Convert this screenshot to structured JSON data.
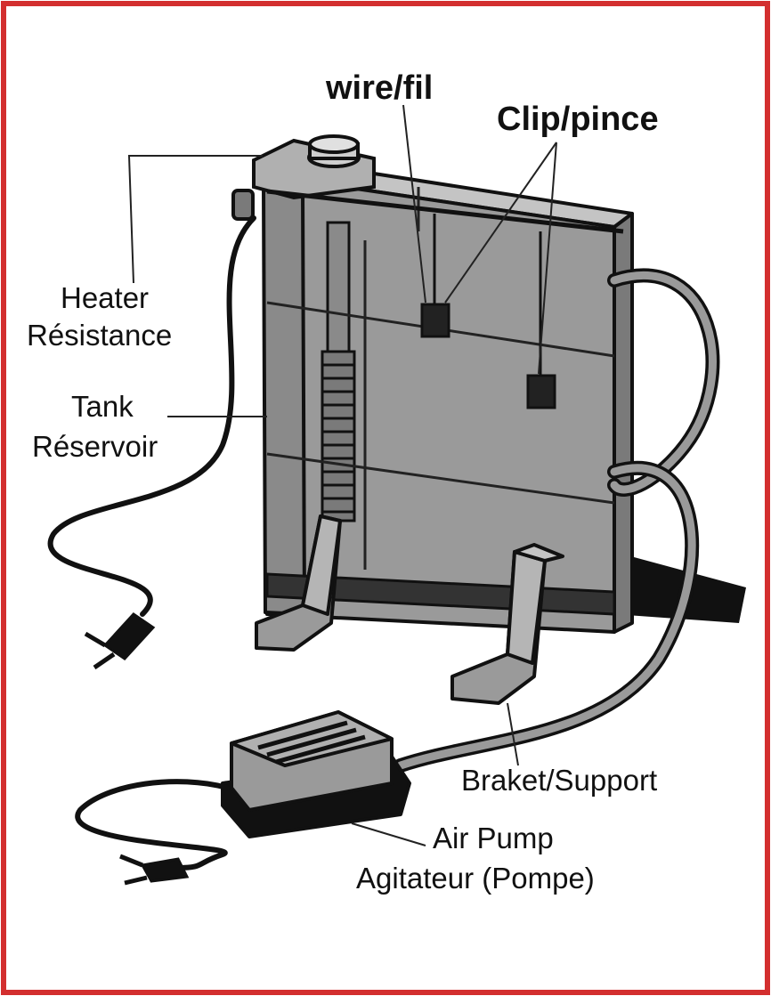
{
  "labels": {
    "wire": "wire/fil",
    "clip": "Clip/pince",
    "heater_en": "Heater",
    "heater_fr": "Résistance",
    "tank_en": "Tank",
    "tank_fr": "Réservoir",
    "bracket": "Braket/Support",
    "pump_en": "Air Pump",
    "pump_fr": "Agitateur (Pompe)"
  },
  "colors": {
    "border": "#d32f2f",
    "body_gray": "#9a9a9a",
    "dark": "#111111",
    "light_gray": "#c4c4c4"
  }
}
